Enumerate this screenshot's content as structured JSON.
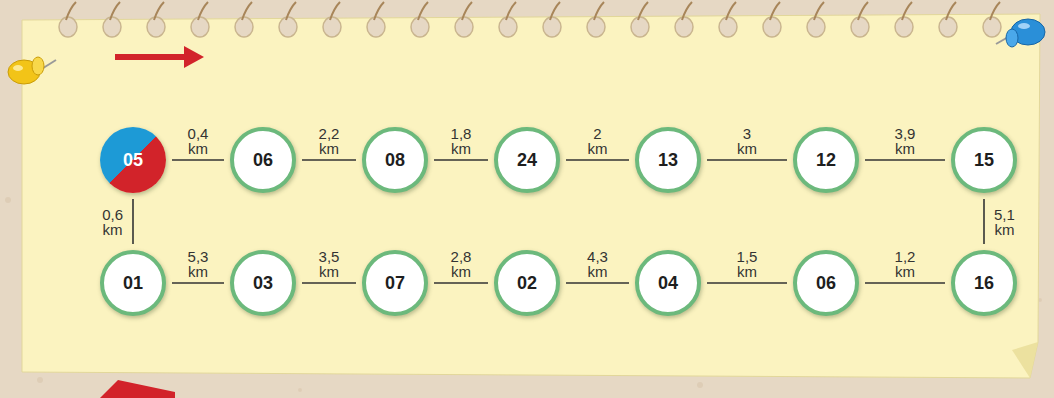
{
  "diagram": {
    "nodes": [
      {
        "text": [
          "05"
        ]
      },
      {
        "text": [
          "06"
        ]
      },
      {
        "text": [
          "08"
        ]
      },
      {
        "text": [
          "24"
        ]
      },
      {
        "text": [
          "13"
        ]
      },
      {
        "text": [
          "12"
        ]
      },
      {
        "text": [
          "15"
        ]
      },
      {
        "text": [
          "01"
        ]
      },
      {
        "text": [
          "03"
        ]
      },
      {
        "text": [
          "07"
        ]
      },
      {
        "text": [
          "02"
        ]
      },
      {
        "text": [
          "04"
        ]
      },
      {
        "text": [
          "06"
        ]
      },
      {
        "text": [
          "16"
        ]
      }
    ],
    "edges": [
      {
        "from": 0,
        "to": 1,
        "arrow": "none",
        "label": "0,4 km"
      },
      {
        "from": 1,
        "to": 2,
        "arrow": "none",
        "label": "2,2 km"
      },
      {
        "from": 2,
        "to": 3,
        "arrow": "none",
        "label": "1,8 km"
      },
      {
        "from": 3,
        "to": 4,
        "arrow": "none",
        "label": "2 km"
      },
      {
        "from": 4,
        "to": 5,
        "arrow": "none",
        "label": "3 km"
      },
      {
        "from": 5,
        "to": 6,
        "arrow": "none",
        "label": "3,9 km"
      },
      {
        "from": 6,
        "to": 13,
        "arrow": "none",
        "label": "5,1 km"
      },
      {
        "from": 13,
        "to": 12,
        "arrow": "none",
        "label": "1,2 km"
      },
      {
        "from": 12,
        "to": 11,
        "arrow": "none",
        "label": "1,5 km"
      },
      {
        "from": 11,
        "to": 10,
        "arrow": "none",
        "label": "4,3 km"
      },
      {
        "from": 10,
        "to": 9,
        "arrow": "none",
        "label": "2,8 km"
      },
      {
        "from": 9,
        "to": 8,
        "arrow": "none",
        "label": "3,5 km"
      },
      {
        "from": 8,
        "to": 7,
        "arrow": "none",
        "label": "5,3 km"
      },
      {
        "from": 7,
        "to": 0,
        "arrow": "none",
        "label": "0,6 km"
      }
    ]
  }
}
